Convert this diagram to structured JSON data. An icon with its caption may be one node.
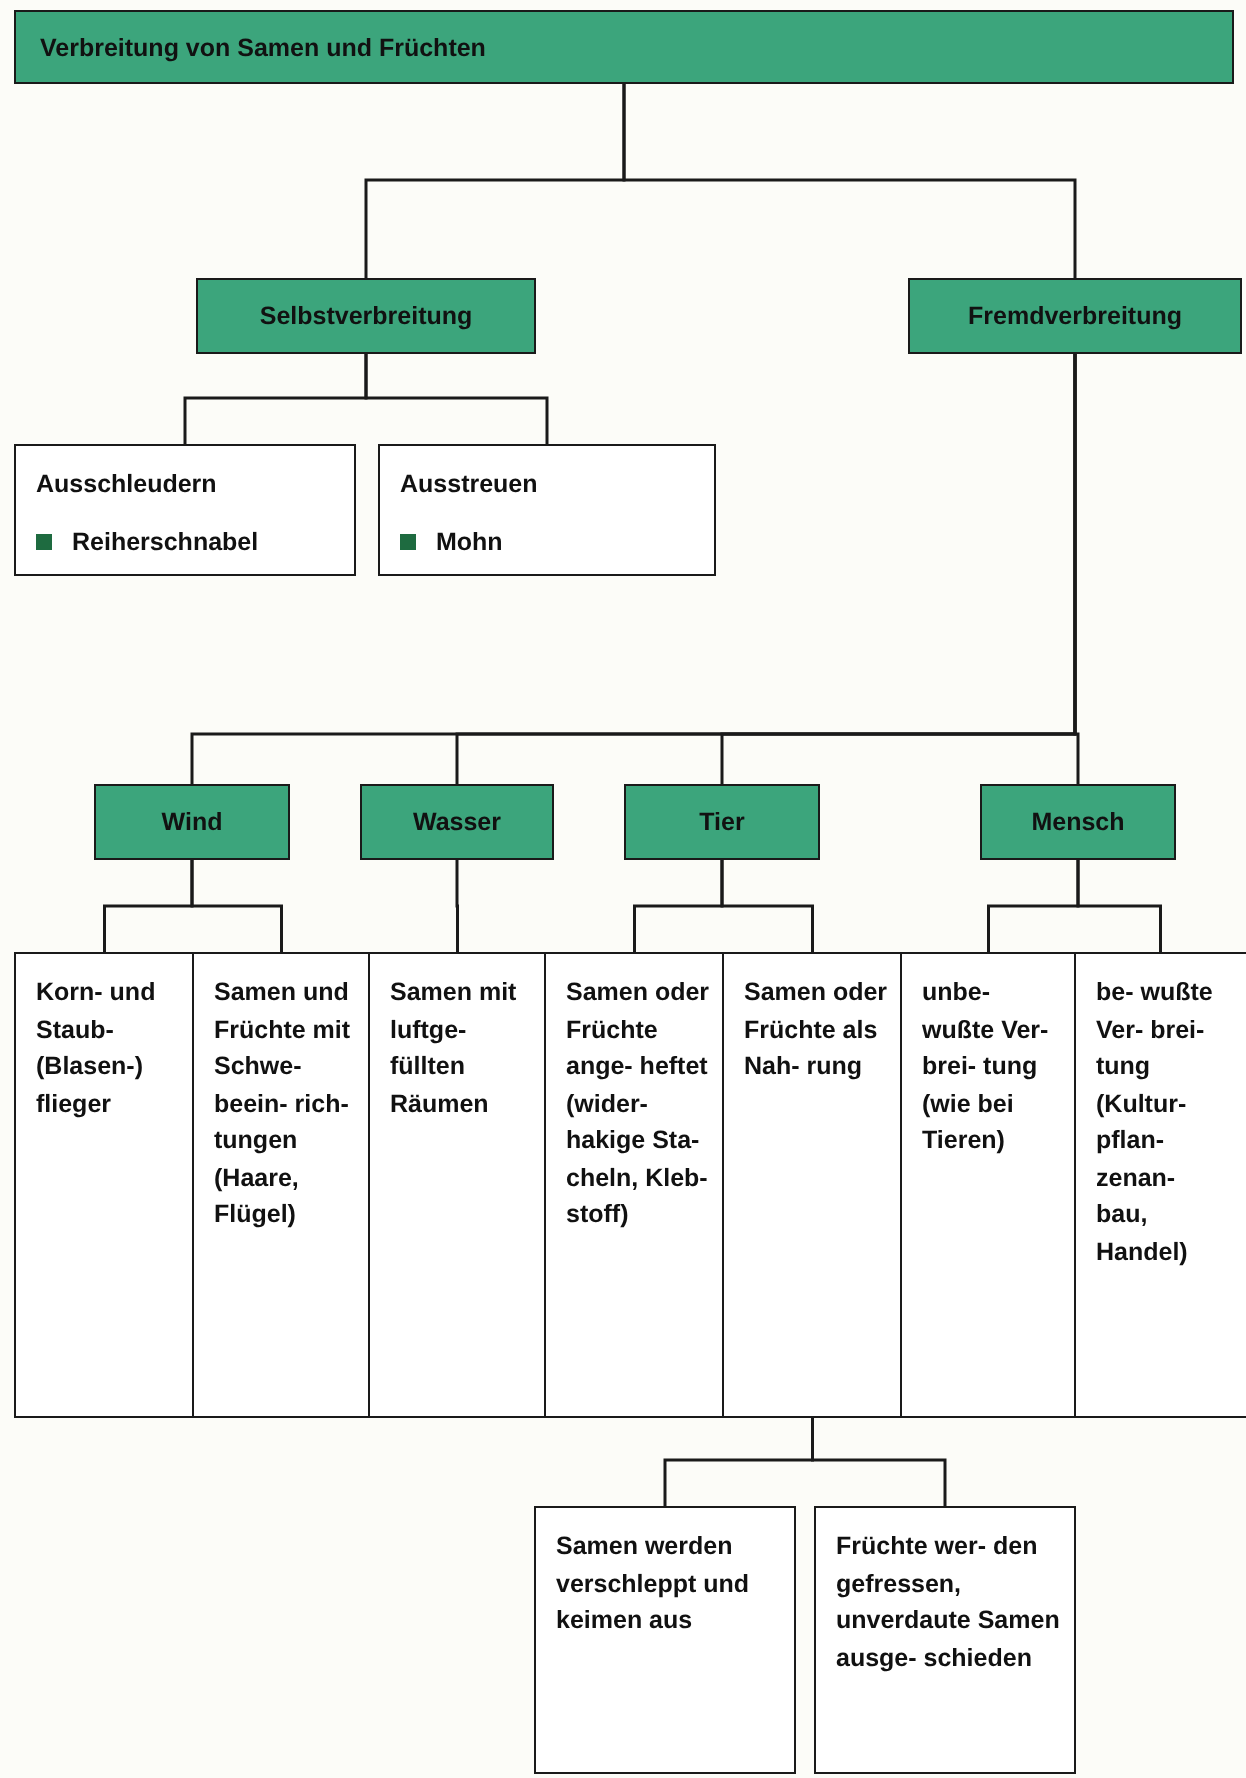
{
  "diagram": {
    "nodes": [
      {
        "text": [
          "Verbreitung von Samen und Früchten"
        ]
      },
      {
        "text": [
          "Selbstverbreitung"
        ]
      },
      {
        "text": [
          "Fremdverbreitung"
        ]
      },
      {
        "text": [
          "Ausschleudern",
          "Reiherschnabel"
        ]
      },
      {
        "text": [
          "Ausstreuen",
          "Mohn"
        ]
      },
      {
        "text": [
          "Wind"
        ]
      },
      {
        "text": [
          "Wasser"
        ]
      },
      {
        "text": [
          "Tier"
        ]
      },
      {
        "text": [
          "Mensch"
        ]
      },
      {
        "text": [
          "Korn- und Staub- (Blasen-) flieger"
        ]
      },
      {
        "text": [
          "Samen und Früchte mit Schwe- beein- rich- tungen (Haare, Flügel)"
        ]
      },
      {
        "text": [
          "Samen mit luftge- füllten Räumen"
        ]
      },
      {
        "text": [
          "Samen oder Früchte ange- heftet (wider- hakige Sta- cheln, Kleb- stoff)"
        ]
      },
      {
        "text": [
          "Samen oder Früchte als Nah- rung"
        ]
      },
      {
        "text": [
          "unbe- wußte Ver- brei- tung (wie bei Tieren)"
        ]
      },
      {
        "text": [
          "be- wußte Ver- brei- tung (Kultur- pflan- zenan- bau, Handel)"
        ]
      },
      {
        "text": [
          "Samen werden verschleppt und keimen aus"
        ]
      },
      {
        "text": [
          "Früchte wer- den gefressen, unverdaute Samen ausge- schieden"
        ]
      }
    ],
    "edges": [
      {
        "from": 0,
        "to": 1,
        "arrow": "none"
      },
      {
        "from": 0,
        "to": 2,
        "arrow": "none"
      },
      {
        "from": 1,
        "to": 3,
        "arrow": "none"
      },
      {
        "from": 1,
        "to": 4,
        "arrow": "none"
      },
      {
        "from": 2,
        "to": 5,
        "arrow": "none"
      },
      {
        "from": 2,
        "to": 6,
        "arrow": "none"
      },
      {
        "from": 2,
        "to": 7,
        "arrow": "none"
      },
      {
        "from": 2,
        "to": 8,
        "arrow": "none"
      },
      {
        "from": 5,
        "to": 9,
        "arrow": "none"
      },
      {
        "from": 5,
        "to": 10,
        "arrow": "none"
      },
      {
        "from": 6,
        "to": 11,
        "arrow": "none"
      },
      {
        "from": 7,
        "to": 12,
        "arrow": "none"
      },
      {
        "from": 7,
        "to": 13,
        "arrow": "none"
      },
      {
        "from": 8,
        "to": 14,
        "arrow": "none"
      },
      {
        "from": 8,
        "to": 15,
        "arrow": "none"
      },
      {
        "from": 13,
        "to": 16,
        "arrow": "none"
      },
      {
        "from": 13,
        "to": 17,
        "arrow": "none"
      }
    ]
  }
}
